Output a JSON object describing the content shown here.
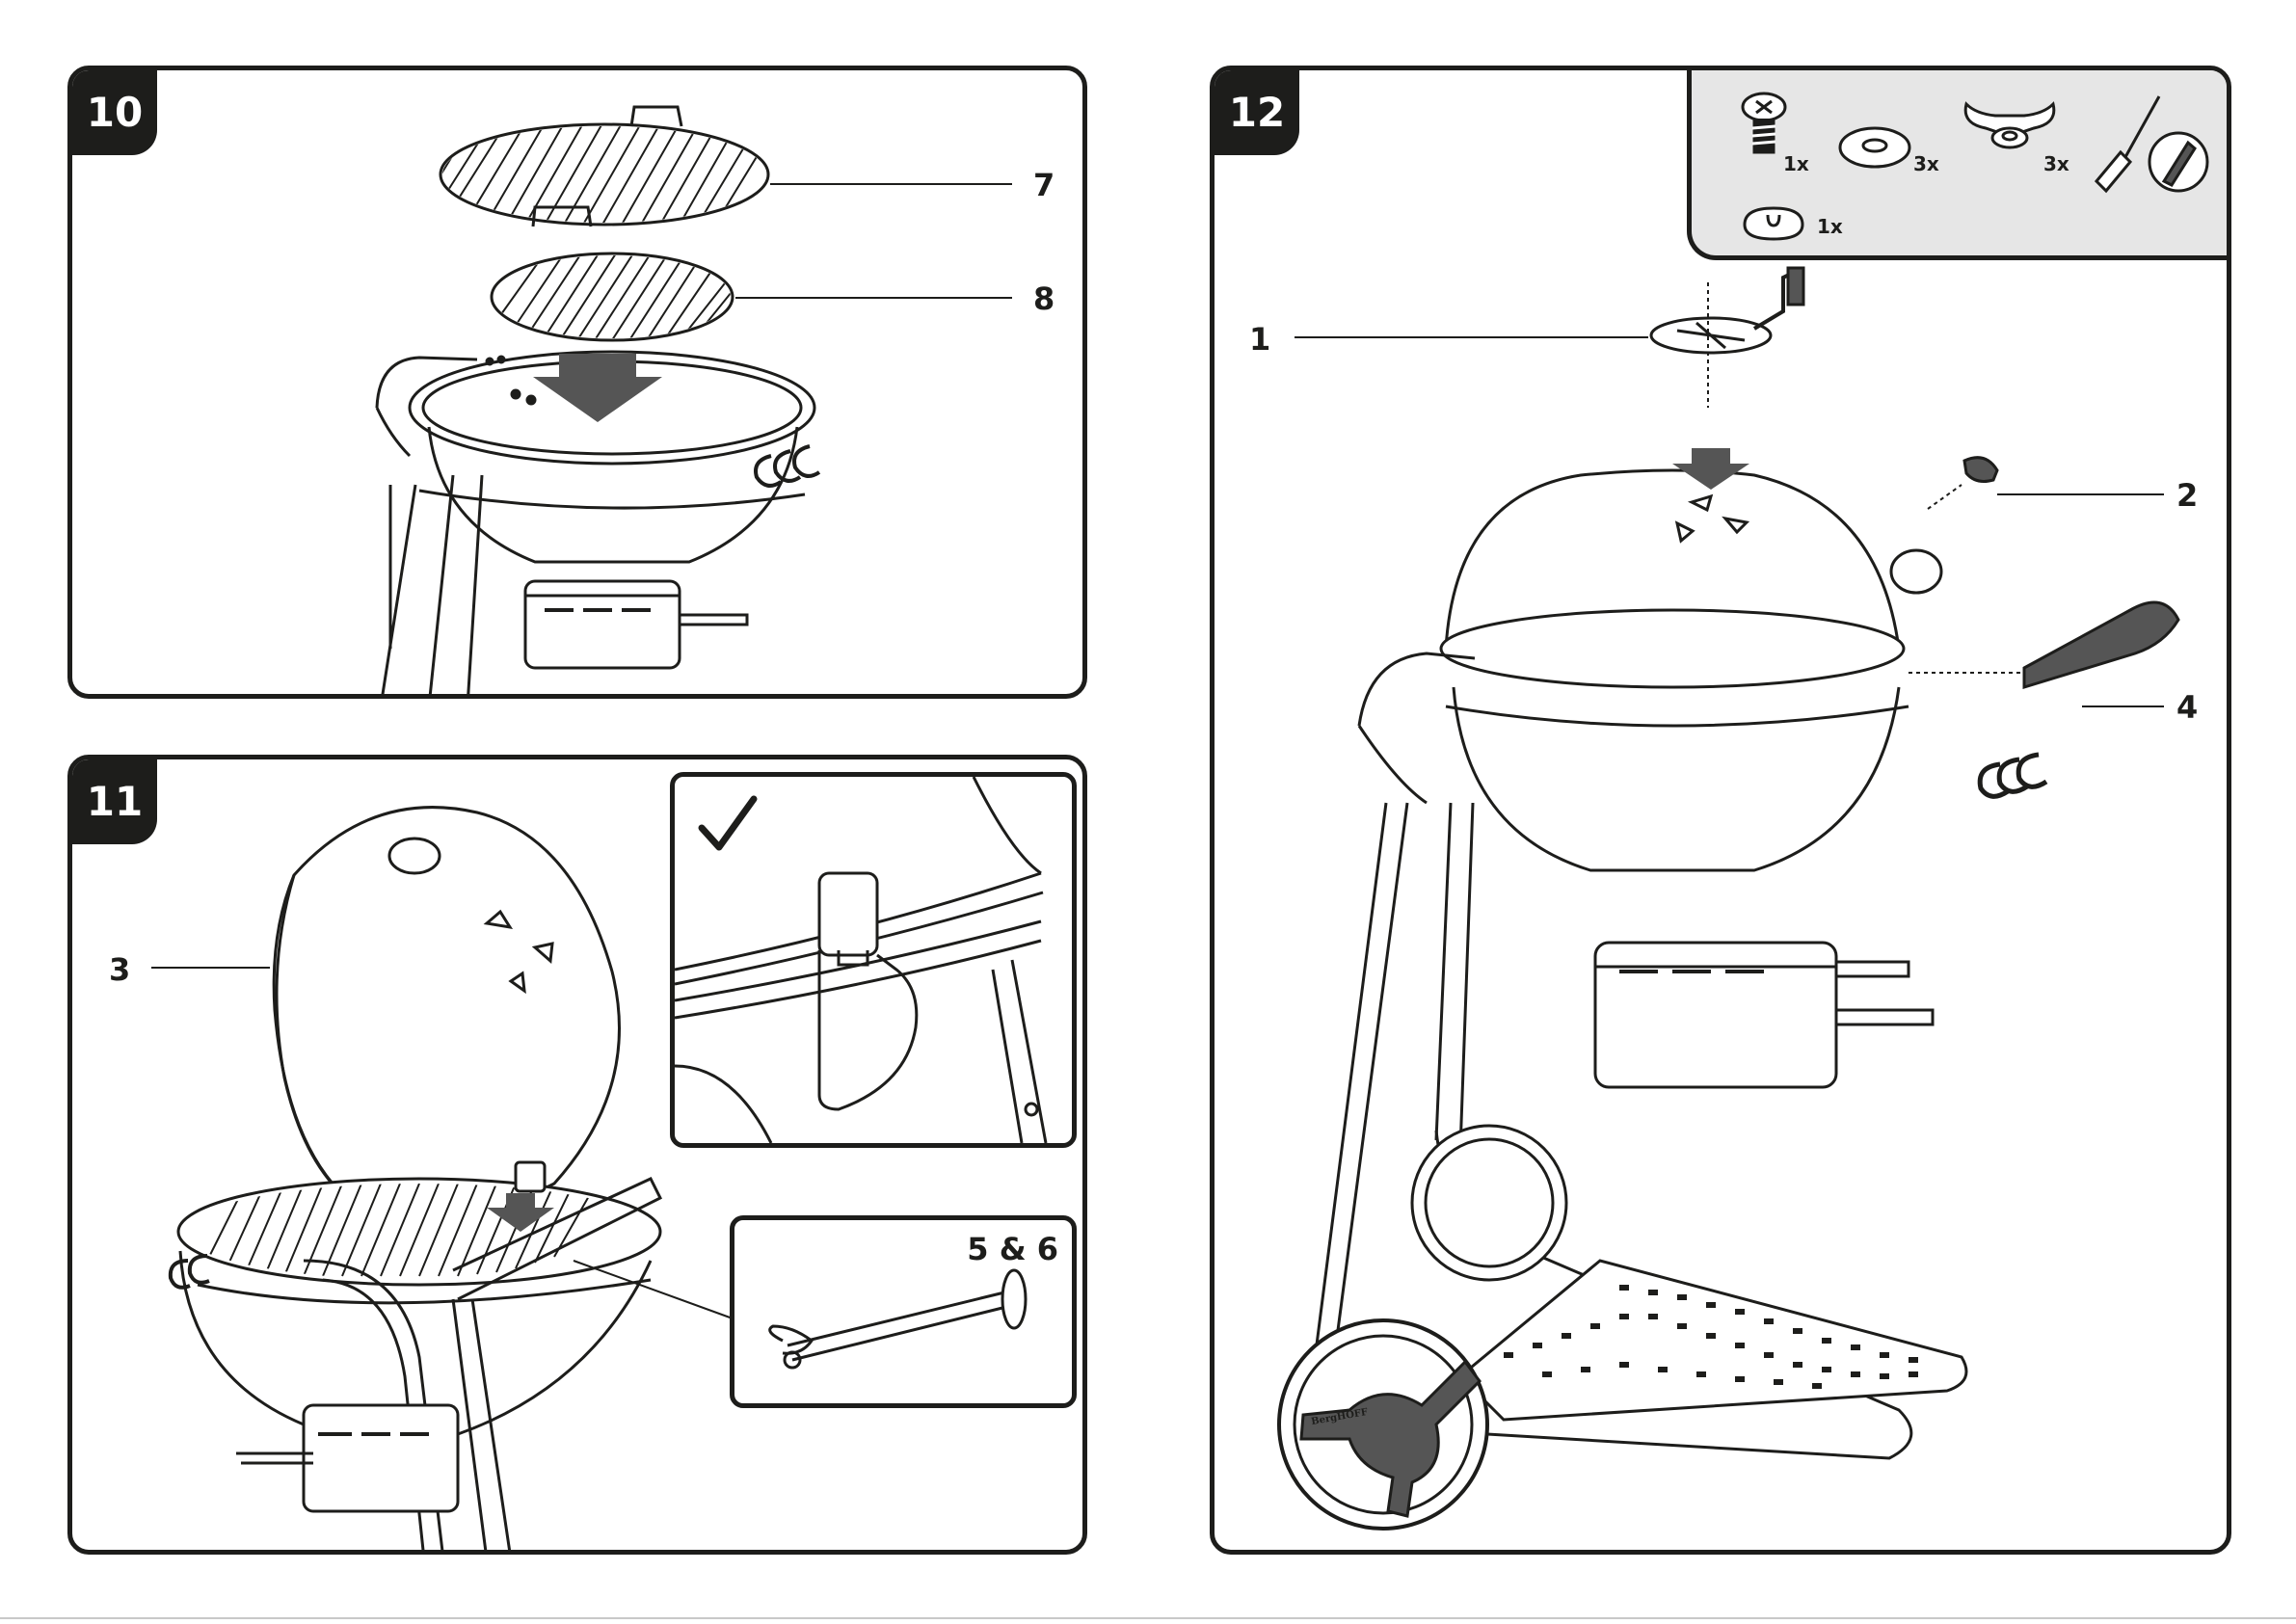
{
  "steps": [
    {
      "number": "10",
      "callouts": [
        "7",
        "8"
      ]
    },
    {
      "number": "11",
      "callouts": [
        "3"
      ],
      "inset_pin_label": "5 & 6"
    },
    {
      "number": "12",
      "callouts": [
        "1",
        "2",
        "4"
      ]
    }
  ],
  "parts": [
    {
      "icon": "screw-icon",
      "qty": "1x"
    },
    {
      "icon": "washer-icon",
      "qty": "3x"
    },
    {
      "icon": "wing-nut-icon",
      "qty": "3x"
    },
    {
      "icon": "screwdriver-icon",
      "qty": ""
    },
    {
      "icon": "spacer-ring-icon",
      "qty": "1x"
    }
  ],
  "brand_logo": "BergHOFF",
  "colors": {
    "ink": "#1d1d1b",
    "arrow": "#555555",
    "parts_bg": "#e6e6e6"
  }
}
